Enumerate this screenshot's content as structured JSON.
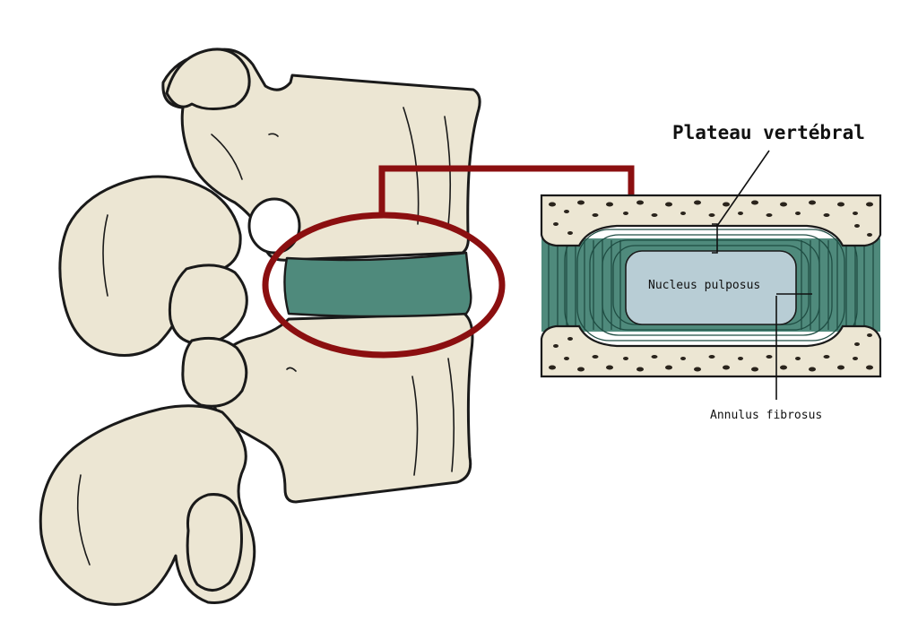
{
  "labels": {
    "endplate": "Plateau vertébral",
    "nucleus": "Nucleus pulposus",
    "annulus": "Annulus fibrosus"
  },
  "colors": {
    "bone": "#ece6d3",
    "bone_shadow": "#d6ceb5",
    "disc": "#4f8a7c",
    "disc_dark": "#2f6357",
    "nucleus": "#b8cdd5",
    "highlight": "#8b0f10",
    "ink": "#1a1a1a"
  },
  "icons": {
    "spine_illustration": "vertebra-pair-illustration",
    "callout": "disc-cross-section"
  }
}
